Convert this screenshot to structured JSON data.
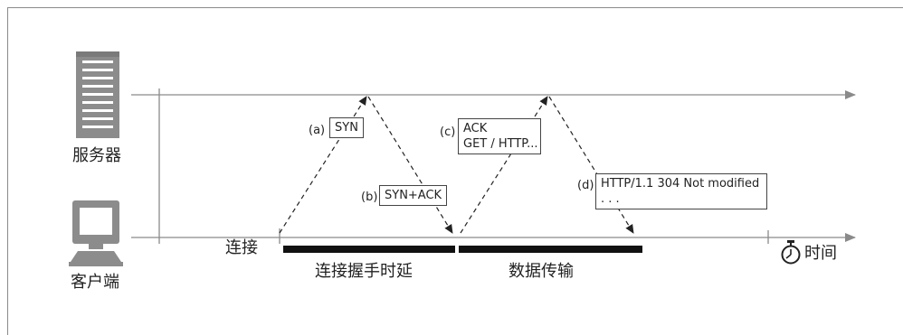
{
  "labels": {
    "server": "服务器",
    "client": "客户端",
    "connect": "连接",
    "handshake_delay": "连接握手时延",
    "data_transfer": "数据传输",
    "time": "时间"
  },
  "messages": {
    "a": {
      "tag": "(a)",
      "lines": [
        "SYN"
      ]
    },
    "b": {
      "tag": "(b)",
      "lines": [
        "SYN+ACK"
      ]
    },
    "c": {
      "tag": "(c)",
      "lines": [
        "ACK",
        "GET / HTTP..."
      ]
    },
    "d": {
      "tag": "(d)",
      "lines": [
        "HTTP/1.1 304 Not modified",
        ". . ."
      ]
    }
  },
  "colors": {
    "timeline": "#8a8a8a",
    "arrow": "#222222",
    "icon": "#8c8c8c",
    "bar": "#111111"
  },
  "icons": {
    "server": "server-icon",
    "client": "computer-icon",
    "time": "stopwatch-icon"
  }
}
